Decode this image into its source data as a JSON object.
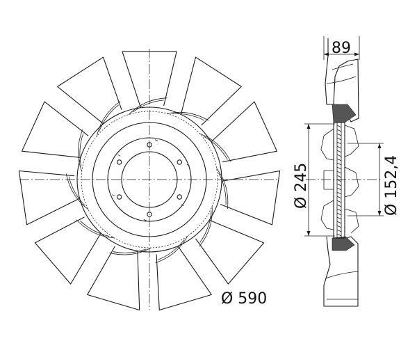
{
  "dimensions": {
    "width_label": "89",
    "dia_hub_label": "Ø 245",
    "dia_bore_label": "Ø 152,4",
    "dia_overall_label": "Ø 590"
  },
  "drawing": {
    "blade_count": 11,
    "inner_vane_count": 11,
    "hub_bolt_count": 6
  }
}
